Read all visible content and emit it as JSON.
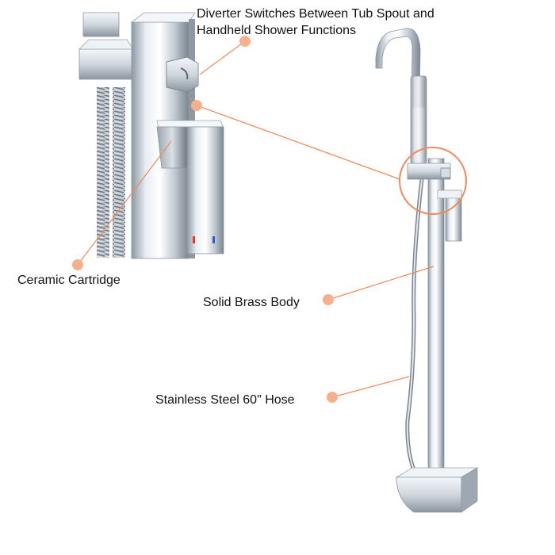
{
  "callouts": {
    "diverter": {
      "line1": "Diverter Switches Between Tub Spout and",
      "line2": "Handheld Shower Functions"
    },
    "ceramic": "Ceramic Cartridge",
    "brass": "Solid Brass Body",
    "hose": "Stainless Steel 60\" Hose"
  },
  "colors": {
    "accent": "#f08a5b",
    "callout_dot": "#f5b08d",
    "chrome_light": "#f2f5f8",
    "chrome_mid": "#c6ced6",
    "chrome_dark": "#7d8791",
    "hot_indicator": "#e43a2a",
    "cold_indicator": "#2a5fd6"
  },
  "icons": {
    "faucet": "freestanding-tub-faucet-illustration",
    "detail": "faucet-valve-closeup-illustration"
  }
}
